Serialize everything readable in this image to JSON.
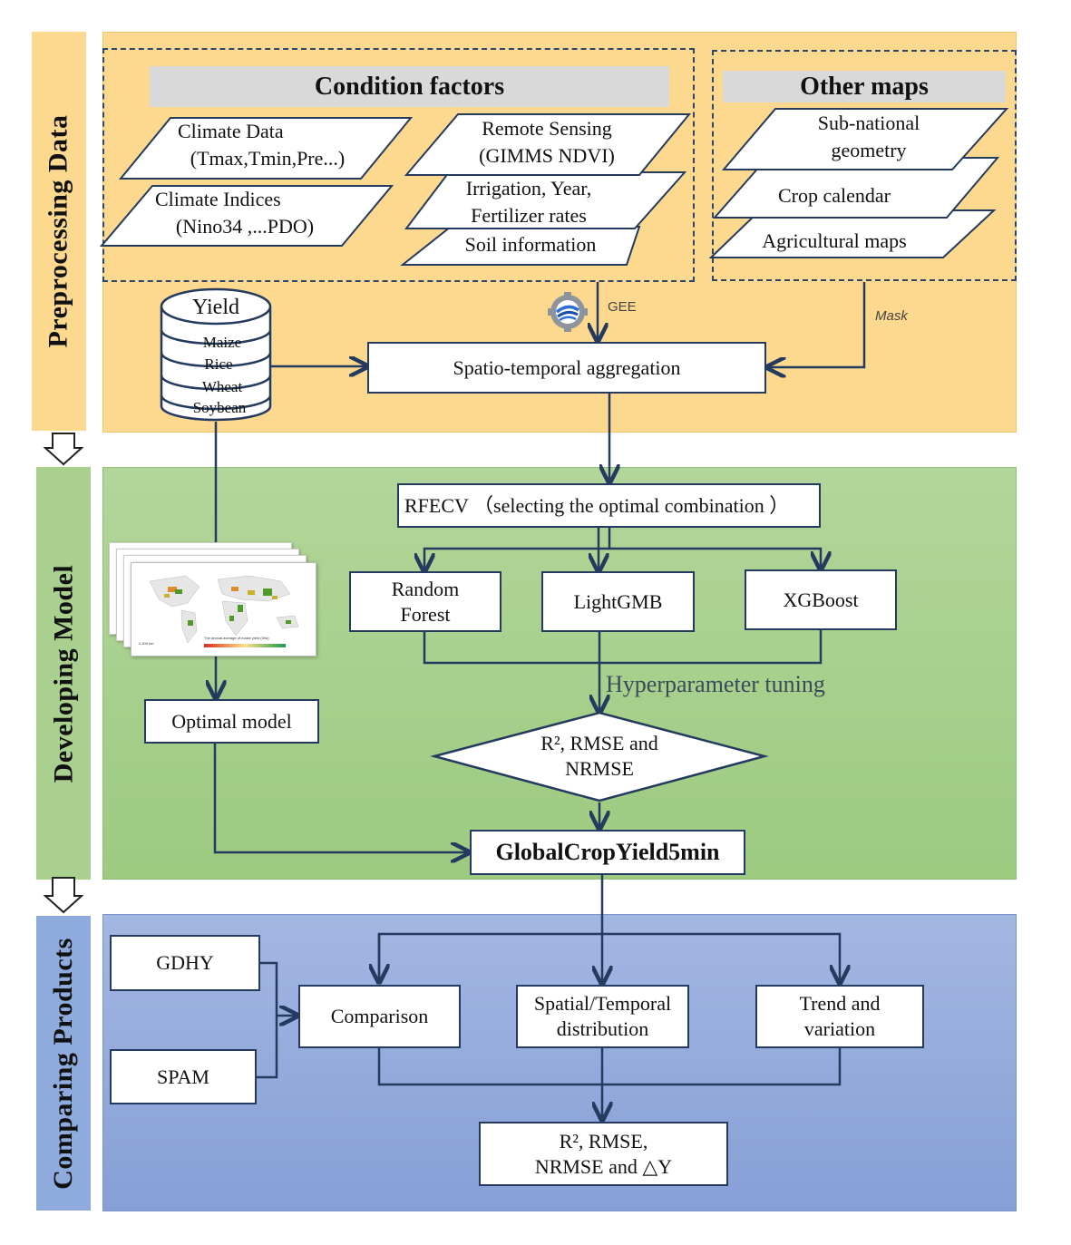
{
  "stages": {
    "preprocessing": "Preprocessing  Data",
    "developing": "Developing  Model",
    "comparing": "Comparing Products"
  },
  "condition_factors": {
    "title": "Condition factors",
    "climate_data": [
      "Climate Data",
      "(Tmax,Tmin,Pre...)"
    ],
    "climate_indices": [
      "Climate Indices",
      "(Nino34 ,...PDO)"
    ],
    "remote_sensing": [
      "Remote Sensing",
      "(GIMMS NDVI)"
    ],
    "irrigation": [
      "Irrigation, Year,",
      "Fertilizer rates"
    ],
    "soil": "Soil information"
  },
  "other_maps": {
    "title": "Other maps",
    "subnational": [
      "Sub-national",
      "geometry"
    ],
    "crop_calendar": "Crop calendar",
    "agri_maps": "Agricultural maps"
  },
  "yield_db": {
    "title": "Yield",
    "crops": [
      "Maize",
      "Rice",
      "Wheat",
      "Soybean"
    ]
  },
  "gee_label": "GEE",
  "mask_label": "Mask",
  "aggregation": "Spatio-temporal aggregation",
  "rfecv": "RFECV （selecting the optimal combination ）",
  "models": {
    "rf": [
      "Random",
      "Forest"
    ],
    "lgbm": "LightGMB",
    "xgb": "XGBoost"
  },
  "hyperparameter": "Hyperparameter tuning",
  "metrics_diamond": [
    "R², RMSE and",
    "NRMSE"
  ],
  "optimal_model": "Optimal model",
  "product": "GlobalCropYield5min",
  "map_thumbnail": {
    "legend_title": "The annual average of maize yield (t/ha)",
    "scale": "2,400 km"
  },
  "compare": {
    "gdhy": "GDHY",
    "spam": "SPAM",
    "comparison": "Comparison",
    "spatial": [
      "Spatial/Temporal",
      "distribution"
    ],
    "trend": [
      "Trend and",
      "variation"
    ],
    "metrics": [
      "R²,  RMSE,",
      "NRMSE and △Y"
    ]
  },
  "colors": {
    "preprocessing_bg": "#fcd98f",
    "developing_bg": "#a9d08e",
    "comparing_bg": "#8faadc",
    "line": "#243a5e"
  }
}
